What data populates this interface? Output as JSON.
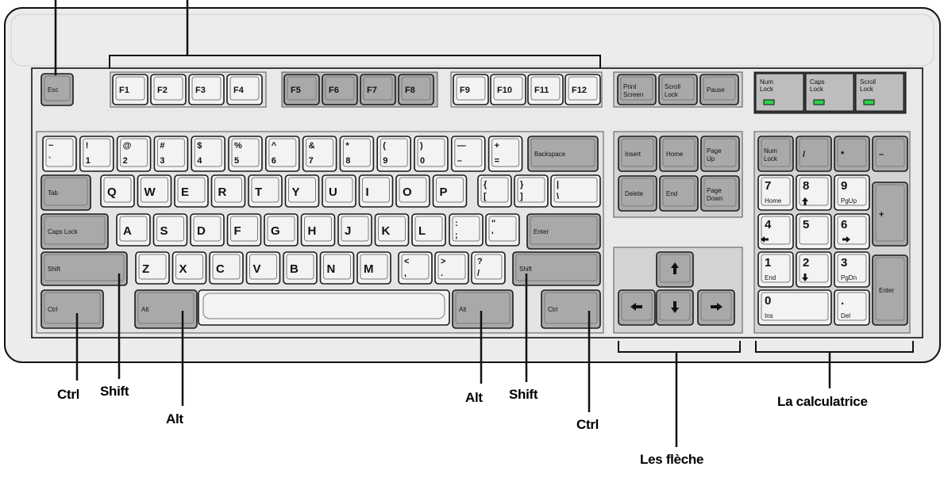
{
  "callouts": {
    "ctrl_left": "Ctrl",
    "shift_left": "Shift",
    "alt_left": "Alt",
    "alt_right": "Alt",
    "shift_right": "Shift",
    "ctrl_right": "Ctrl",
    "calculator": "La calculatrice",
    "arrows": "Les flèche"
  },
  "keys": {
    "esc": "Esc",
    "f1": "F1",
    "f2": "F2",
    "f3": "F3",
    "f4": "F4",
    "f5": "F5",
    "f6": "F6",
    "f7": "F7",
    "f8": "F8",
    "f9": "F9",
    "f10": "F10",
    "f11": "F11",
    "f12": "F12",
    "print_screen": "Print Screen",
    "scroll_lock": "Scroll Lock",
    "pause": "Pause",
    "led_num": "Num Lock",
    "led_caps": "Caps Lock",
    "led_scroll": "Scroll Lock",
    "tilde": [
      "~",
      "`"
    ],
    "k1": [
      "!",
      "1"
    ],
    "k2": [
      "@",
      "2"
    ],
    "k3": [
      "#",
      "3"
    ],
    "k4": [
      "$",
      "4"
    ],
    "k5": [
      "%",
      "5"
    ],
    "k6": [
      "^",
      "6"
    ],
    "k7": [
      "&",
      "7"
    ],
    "k8": [
      "*",
      "8"
    ],
    "k9": [
      "(",
      "9"
    ],
    "k0": [
      ")",
      "0"
    ],
    "minus": [
      "—",
      "–"
    ],
    "equals": [
      "+",
      "="
    ],
    "backspace": "Backspace",
    "tab": "Tab",
    "q": "Q",
    "w": "W",
    "e": "E",
    "r": "R",
    "t": "T",
    "y": "Y",
    "u": "U",
    "i": "I",
    "o": "O",
    "p": "P",
    "lbrace": [
      "{",
      "["
    ],
    "rbrace": [
      "}",
      "]"
    ],
    "pipe": [
      "|",
      "\\"
    ],
    "caps": "Caps Lock",
    "a": "A",
    "s": "S",
    "d": "D",
    "f": "F",
    "g": "G",
    "h": "H",
    "j": "J",
    "k": "K",
    "l": "L",
    "colon": [
      ":",
      ";"
    ],
    "quote": [
      "\"",
      "'"
    ],
    "enter": "Enter",
    "shift_l": "Shift",
    "z": "Z",
    "x": "X",
    "c": "C",
    "v": "V",
    "b": "B",
    "n": "N",
    "m": "M",
    "comma": [
      "<",
      ","
    ],
    "period": [
      ">",
      "."
    ],
    "slash": [
      "?",
      "/"
    ],
    "shift_r": "Shift",
    "ctrl_l": "Ctrl",
    "alt_l": "Alt",
    "alt_r": "Alt",
    "ctrl_r": "Ctrl",
    "insert": "Insert",
    "home": "Home",
    "page_up": "Page Up",
    "delete": "Delete",
    "end": "End",
    "page_down": "Page Down",
    "num_lock": "Num Lock",
    "num_div": "/",
    "num_mul": "*",
    "num_sub": "–",
    "num_7": [
      "7",
      "Home"
    ],
    "num_8": [
      "8",
      ""
    ],
    "num_9": [
      "9",
      "PgUp"
    ],
    "num_add": "+",
    "num_4": [
      "4",
      ""
    ],
    "num_5": [
      "5",
      ""
    ],
    "num_6": [
      "6",
      ""
    ],
    "num_1": [
      "1",
      "End"
    ],
    "num_2": [
      "2",
      ""
    ],
    "num_3": [
      "3",
      "PgDn"
    ],
    "num_enter": "Enter",
    "num_0": [
      "0",
      "Ins"
    ],
    "num_dot": [
      ".",
      "Del"
    ]
  }
}
